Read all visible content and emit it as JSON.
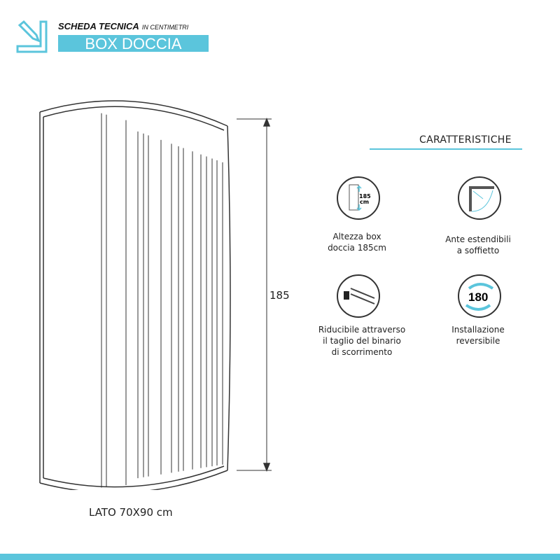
{
  "header": {
    "title": "SCHEDA TECNICA",
    "unit_note": "IN CENTIMETRI",
    "product": "BOX DOCCIA"
  },
  "drawing": {
    "height_label": "185",
    "side_label": "LATO 70X90 cm"
  },
  "features": {
    "title": "CARATTERISTICHE",
    "items": [
      {
        "icon": "height-icon",
        "icon_text": "185 cm",
        "label": "Altezza box\ndoccia 185cm"
      },
      {
        "icon": "folding-door-icon",
        "label": "Ante estendibili\na soffietto"
      },
      {
        "icon": "saw-rail-icon",
        "label": "Riducibile attraverso\nil taglio del binario\ndi scorrimento"
      },
      {
        "icon": "rotate-180-icon",
        "icon_text": "180",
        "label": "Installazione\nreversibile"
      }
    ]
  },
  "colors": {
    "accent": "#5bc5dc",
    "line": "#333333"
  }
}
